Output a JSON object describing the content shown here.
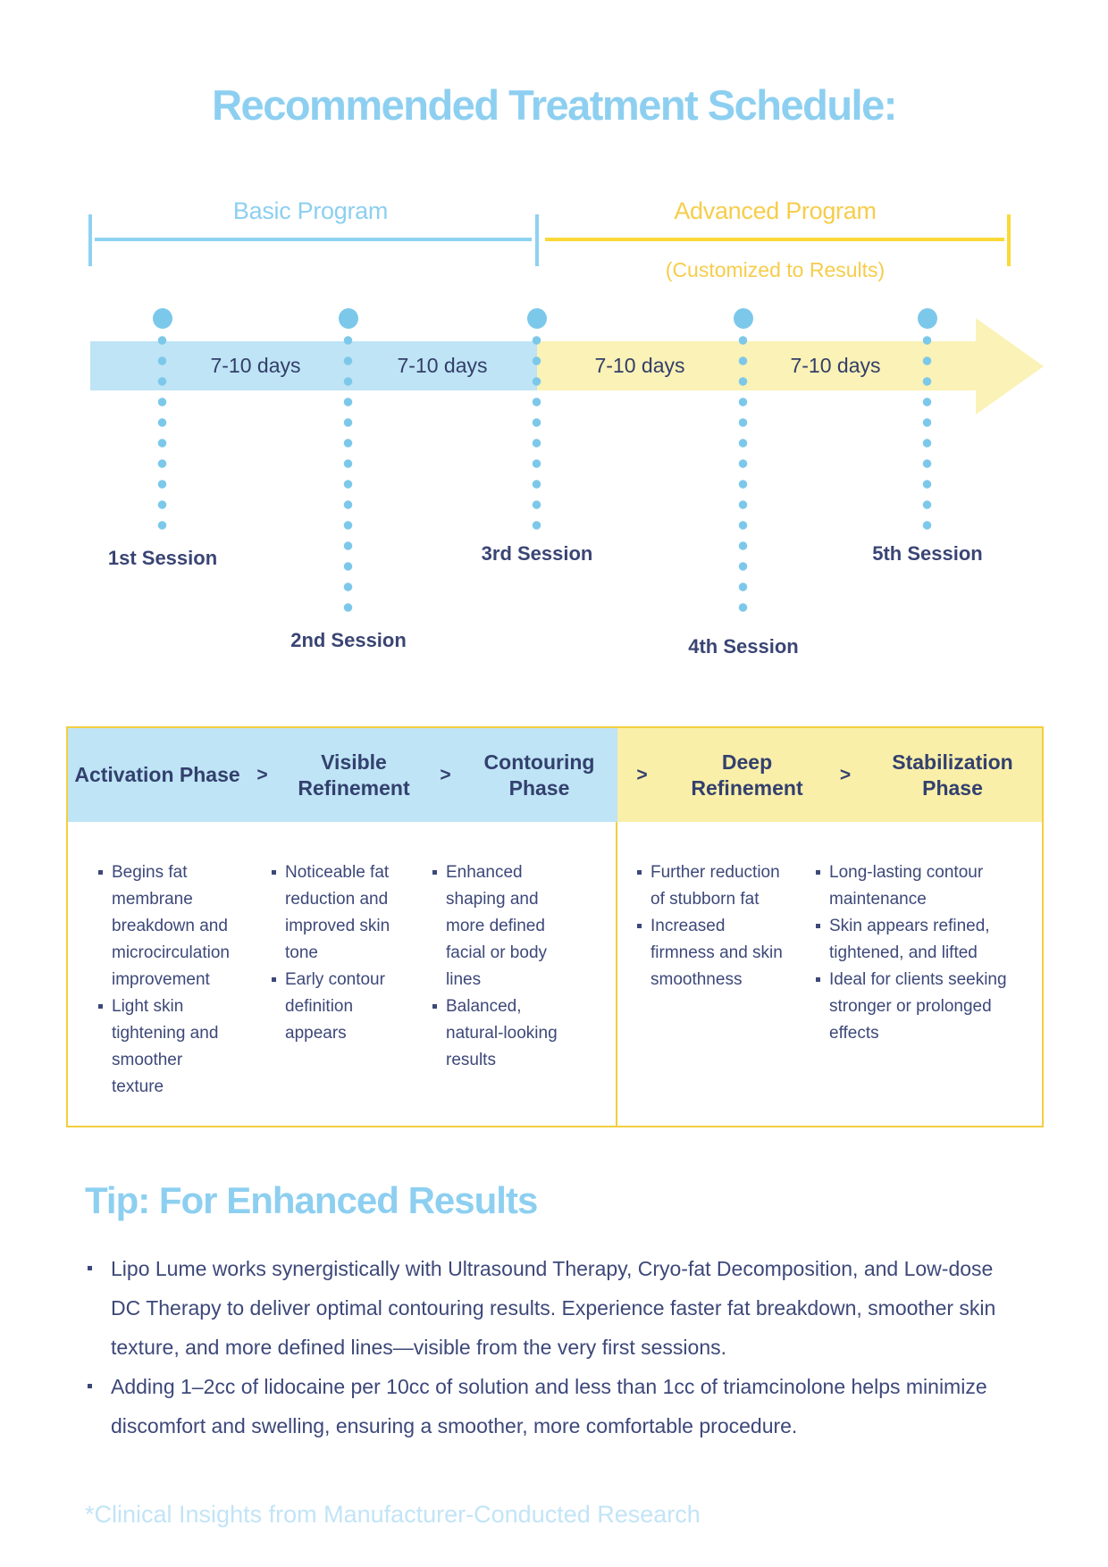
{
  "title": "Recommended Treatment Schedule:",
  "programs": {
    "basic_label": "Basic Program",
    "advanced_label": "Advanced Program",
    "advanced_note": "(Customized to Results)"
  },
  "timeline": {
    "intervals": [
      "7-10 days",
      "7-10 days",
      "7-10 days",
      "7-10 days"
    ],
    "sessions": [
      "1st Session",
      "2nd Session",
      "3rd Session",
      "4th Session",
      "5th Session"
    ]
  },
  "phases": {
    "chevron": ">",
    "columns": [
      {
        "title": "Activation Phase",
        "bullets": [
          "Begins fat membrane breakdown and microcirculation improvement",
          "Light skin tightening and smoother texture"
        ]
      },
      {
        "title": "Visible Refinement",
        "bullets": [
          "Noticeable fat reduction and improved skin tone",
          "Early contour definition appears"
        ]
      },
      {
        "title": "Contouring Phase",
        "bullets": [
          "Enhanced shaping and more defined facial or body lines",
          "Balanced, natural-looking results"
        ]
      },
      {
        "title": "Deep Refinement",
        "bullets": [
          "Further reduction of stubborn fat",
          "Increased firmness and skin smoothness"
        ]
      },
      {
        "title": "Stabilization Phase",
        "bullets": [
          "Long-lasting contour maintenance",
          "Skin appears refined, tightened, and lifted",
          "Ideal for clients seeking stronger or prolonged effects"
        ]
      }
    ]
  },
  "tip": {
    "heading": "Tip: For Enhanced Results",
    "bullets": [
      "Lipo Lume works synergistically with Ultrasound Therapy, Cryo-fat Decomposition, and Low-dose DC Therapy to deliver optimal contouring results. Experience faster fat breakdown, smoother skin texture, and more defined lines—visible from the very first sessions.",
      "Adding 1–2cc of lidocaine per 10cc of solution and less than 1cc of triamcinolone helps minimize discomfort and swelling, ensuring a smoother, more comfortable procedure."
    ]
  },
  "footer_note": "*Clinical Insights from Manufacturer-Conducted Research",
  "colors": {
    "accent_blue": "#8DCFF0",
    "accent_gold": "#F6CD4B",
    "line_gold": "#FBD937",
    "pale_blue_fill": "#BEE4F5",
    "pale_yellow_fill": "#FAF2B6",
    "header_yellow_fill": "#F9EFA9",
    "dot_blue": "#7CC8EA",
    "navy_text": "#333E68",
    "body_text": "#3D4879",
    "footer_blue": "#C2E4F6",
    "table_border": "#F2CF3F"
  }
}
